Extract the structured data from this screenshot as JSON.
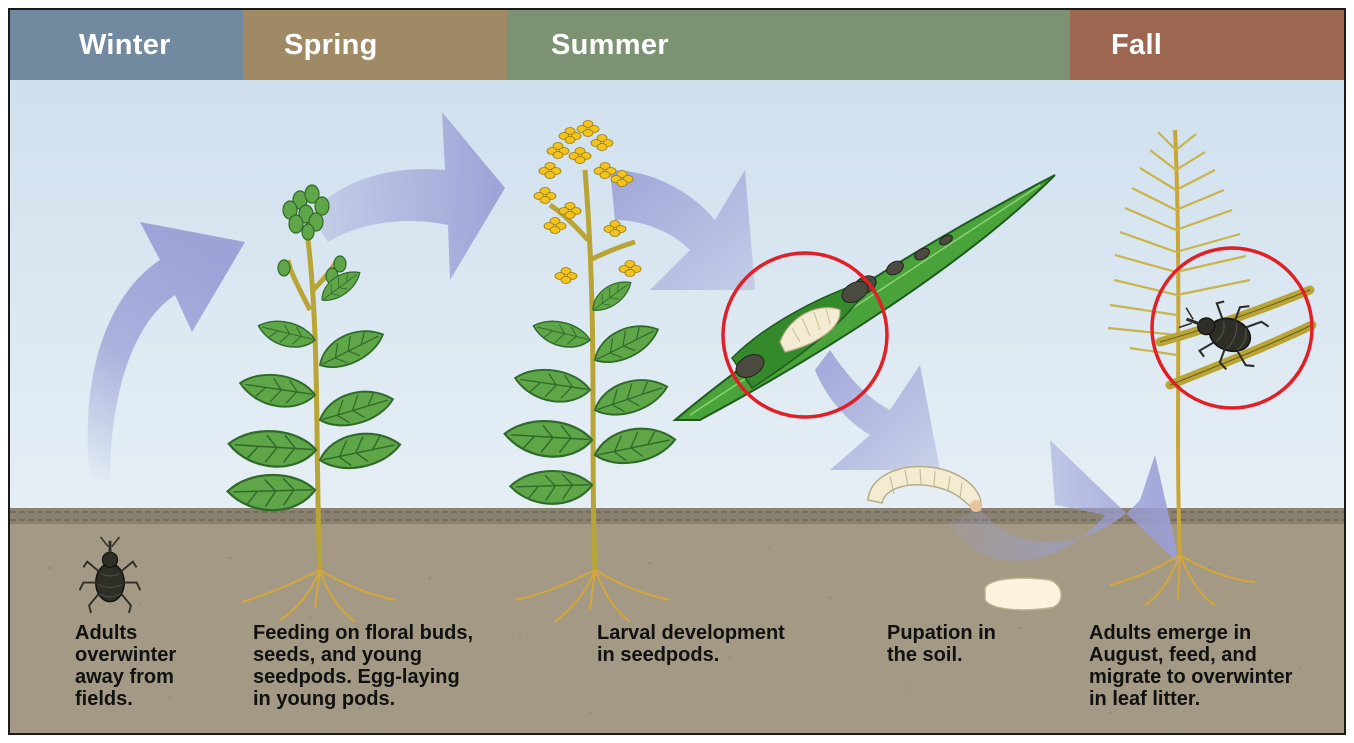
{
  "seasons": [
    {
      "label": "Winter",
      "color": "#728aa0"
    },
    {
      "label": "Spring",
      "color": "#a08a66"
    },
    {
      "label": "Summer",
      "color": "#7b9373"
    },
    {
      "label": "Fall",
      "color": "#9c6650"
    }
  ],
  "captions": {
    "adults_overwinter": "Adults\noverwinter\naway from\nfields.",
    "feeding": "Feeding on floral buds,\nseeds, and young\nseedpods. Egg-laying\nin young pods.",
    "larval": "Larval development\nin seedpods.",
    "pupation": "Pupation in\nthe soil.",
    "adults_emerge": "Adults emerge in\nAugust, feed, and\nmigrate to overwinter\nin leaf litter."
  },
  "colors": {
    "sky": "#d6e4ef",
    "soil": "#a39985",
    "arrow": "#9a9fd6",
    "leaf": "#5fa648",
    "leaf_dark": "#2f6a2a",
    "flower": "#f2c31b",
    "stem": "#b9a535",
    "root": "#d4a73a",
    "pod": "#4aa23a",
    "highlight_ring": "#e01f26",
    "beetle": "#2e2e26",
    "larva": "#f4ecd2"
  },
  "icons": [
    "weevil-icon",
    "canola-plant-icon",
    "flowering-canola-icon",
    "seedpod-icon",
    "larva-icon",
    "pupa-icon",
    "dry-plant-icon",
    "curved-arrow-icon"
  ]
}
